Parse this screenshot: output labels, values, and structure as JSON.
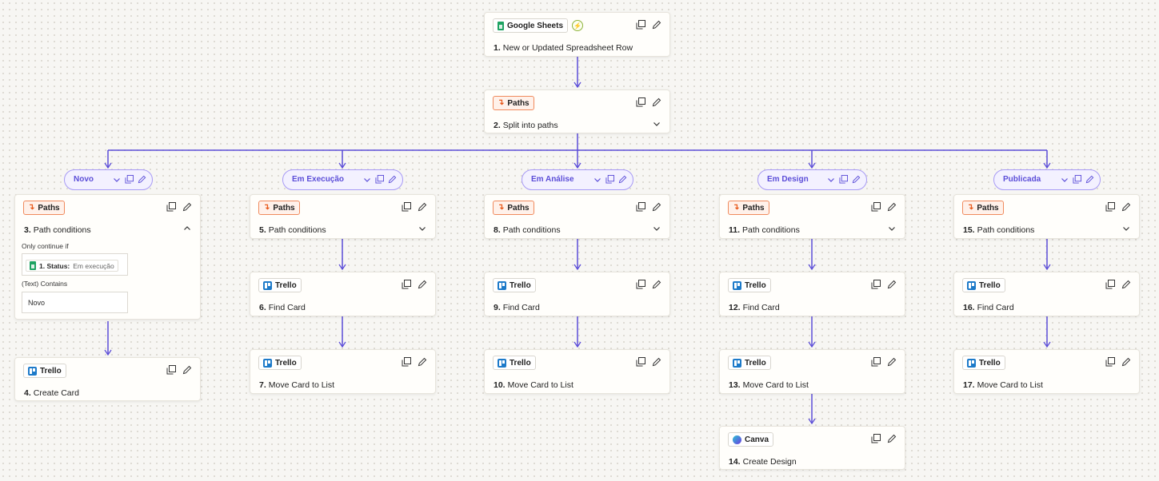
{
  "trigger": {
    "app": "Google Sheets",
    "num": "1.",
    "title": "New or Updated Spreadsheet Row",
    "icon": "google-sheets-icon",
    "trigger_icon": "bolt-icon"
  },
  "paths_step": {
    "app": "Paths",
    "num": "2.",
    "title": "Split into paths"
  },
  "branches": [
    {
      "label": "Novo",
      "cond_num": "3.",
      "cond_title": "Path conditions",
      "only_continue": "Only continue if",
      "field_label": "1. Status:",
      "field_value": "Em execução",
      "operator": "(Text) Contains",
      "value": "Novo",
      "steps": [
        {
          "app": "Trello",
          "num": "4.",
          "title": "Create Card"
        }
      ]
    },
    {
      "label": "Em Execução",
      "cond_num": "5.",
      "cond_title": "Path conditions",
      "steps": [
        {
          "app": "Trello",
          "num": "6.",
          "title": "Find Card"
        },
        {
          "app": "Trello",
          "num": "7.",
          "title": "Move Card to List"
        }
      ]
    },
    {
      "label": "Em Análise",
      "cond_num": "8.",
      "cond_title": "Path conditions",
      "steps": [
        {
          "app": "Trello",
          "num": "9.",
          "title": "Find Card"
        },
        {
          "app": "Trello",
          "num": "10.",
          "title": "Move Card to List"
        }
      ]
    },
    {
      "label": "Em Design",
      "cond_num": "11.",
      "cond_title": "Path conditions",
      "steps": [
        {
          "app": "Trello",
          "num": "12.",
          "title": "Find Card"
        },
        {
          "app": "Trello",
          "num": "13.",
          "title": "Move Card to List"
        },
        {
          "app": "Canva",
          "num": "14.",
          "title": "Create Design"
        }
      ]
    },
    {
      "label": "Publicada",
      "cond_num": "15.",
      "cond_title": "Path conditions",
      "steps": [
        {
          "app": "Trello",
          "num": "16.",
          "title": "Find Card"
        },
        {
          "app": "Trello",
          "num": "17.",
          "title": "Move Card to List"
        }
      ]
    }
  ],
  "colors": {
    "connector": "#5b4dd8",
    "paths_accent": "#e8591b",
    "pill_border": "#a79af5"
  }
}
